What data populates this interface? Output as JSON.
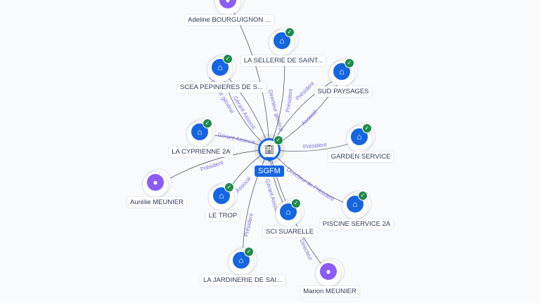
{
  "center": {
    "label": "SGFM",
    "icon": "building-icon",
    "verified": true
  },
  "colors": {
    "company": "#1565e0",
    "person": "#8b5cf6",
    "verified": "#1e8a4a",
    "edge": "#555a70",
    "edge_label": "#7b6fe0"
  },
  "nodes": [
    {
      "id": "adeline",
      "type": "person",
      "label": "Adeline BOURGUIGNON ...",
      "verified": false
    },
    {
      "id": "sellerie",
      "type": "company",
      "label": "LA SELLERIE DE SAINT...",
      "verified": true
    },
    {
      "id": "scea",
      "type": "company",
      "label": "SCEA PEPINIERES DE S...",
      "verified": true
    },
    {
      "id": "sud",
      "type": "company",
      "label": "SUD PAYSAGES",
      "verified": true
    },
    {
      "id": "cyprienne",
      "type": "company",
      "label": "LA CYPRIENNE 2A",
      "verified": true
    },
    {
      "id": "garden",
      "type": "company",
      "label": "GARDEN SERVICE",
      "verified": true
    },
    {
      "id": "aurelie",
      "type": "person",
      "label": "Aurélie MEUNIER",
      "verified": false
    },
    {
      "id": "letrop",
      "type": "company",
      "label": "LE TROP",
      "verified": true
    },
    {
      "id": "suarelle",
      "type": "company",
      "label": "SCI SUARELLE",
      "verified": true
    },
    {
      "id": "piscine",
      "type": "company",
      "label": "PISCINE SERVICE 2A",
      "verified": true
    },
    {
      "id": "jardinerie",
      "type": "company",
      "label": "LA JARDINERIE DE SAI...",
      "verified": true
    },
    {
      "id": "manon",
      "type": "person",
      "label": "Manon MEUNIER",
      "verified": false
    }
  ],
  "edges": [
    {
      "to": "adeline",
      "label": "Directeur général"
    },
    {
      "to": "sellerie",
      "label": "Président"
    },
    {
      "to": "scea",
      "label": "Gérant Associé"
    },
    {
      "to": "sud",
      "label": "Associé"
    },
    {
      "to": "sud",
      "label": "Président"
    },
    {
      "to": "cyprienne",
      "label": "Gérant Associé"
    },
    {
      "to": "scea",
      "label": "Directeur général"
    },
    {
      "to": "garden",
      "label": "Président"
    },
    {
      "to": "aurelie",
      "label": "Président"
    },
    {
      "to": "letrop",
      "label": "Gérant Associé"
    },
    {
      "to": "suarelle",
      "label": "Gérant Associé"
    },
    {
      "to": "piscine",
      "label": "Directeur de Président"
    },
    {
      "to": "jardinerie",
      "label": "Président"
    },
    {
      "to": "manon",
      "label": "Directeur"
    }
  ]
}
